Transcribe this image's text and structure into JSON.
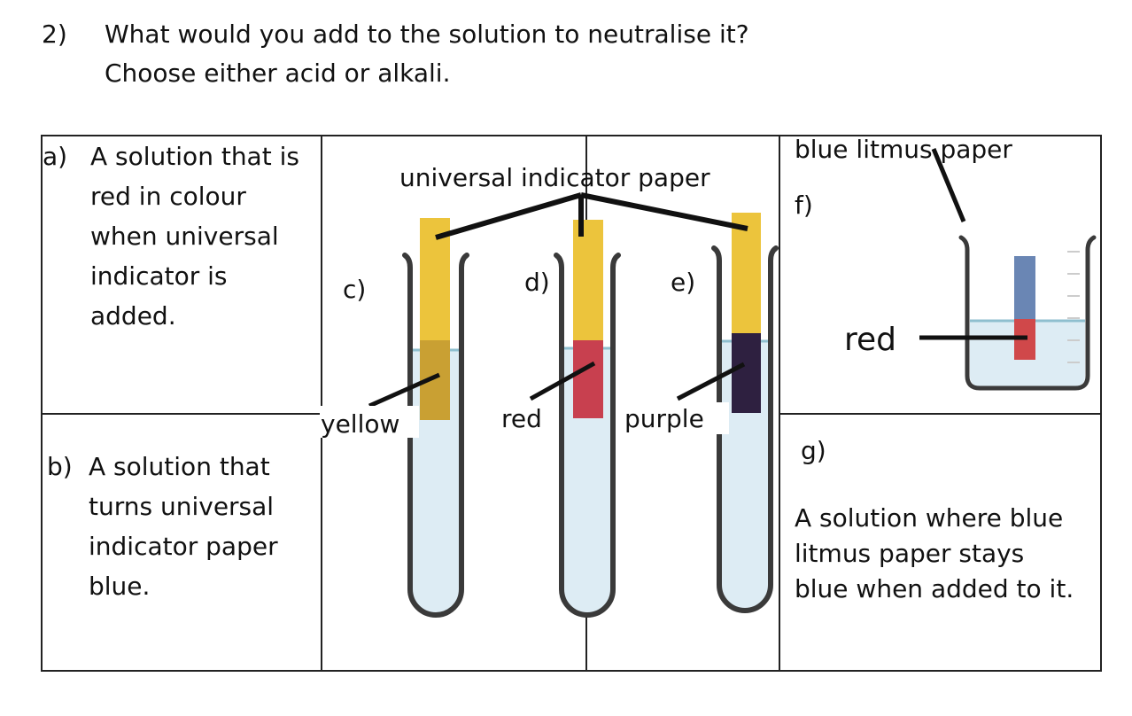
{
  "question": {
    "number": "2)",
    "line1": "What would you add to the solution to neutralise it?",
    "line2": "Choose either acid or alkali."
  },
  "cells": {
    "a": {
      "marker": "a)",
      "lines": [
        "A solution that is",
        "red in colour",
        "when universal",
        "indicator is",
        "added."
      ]
    },
    "b": {
      "marker": "b)",
      "lines": [
        "A solution that",
        "turns universal",
        "indicator paper",
        "blue."
      ]
    },
    "g": {
      "marker": "g)",
      "lines": [
        "A solution where blue",
        "litmus paper stays",
        "blue when added to it."
      ]
    }
  },
  "diagram": {
    "indicator_label": "universal indicator paper",
    "tubes": [
      {
        "marker": "c)",
        "colour_label": "yellow",
        "dipped_colour": "#c9a033"
      },
      {
        "marker": "d)",
        "colour_label": "red",
        "dipped_colour": "#c8404f"
      },
      {
        "marker": "e)",
        "colour_label": "purple",
        "dipped_colour": "#2e2040"
      }
    ],
    "litmus": {
      "title": "blue litmus paper",
      "marker": "f)",
      "colour_label": "red",
      "paper_colour": "#6a86b4",
      "dipped_colour": "#d0484a"
    }
  },
  "colors": {
    "paper_yellow": "#ecc43c",
    "liquid": "#ddecf4",
    "liquid_surface": "#8fbfcf",
    "tube_outline": "#3a3a3a",
    "grid": "#222222"
  }
}
